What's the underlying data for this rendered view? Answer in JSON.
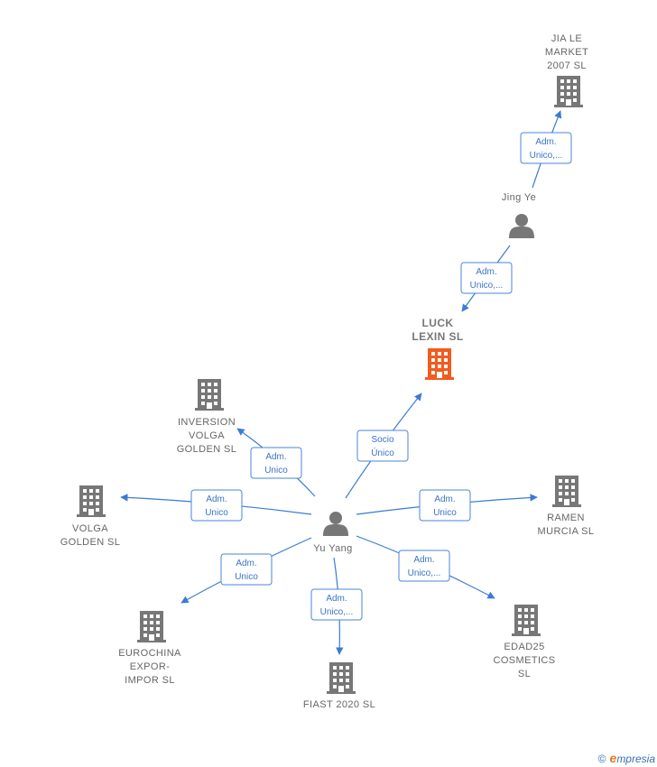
{
  "colors": {
    "edge": "#3a7bd5",
    "node": "#777777",
    "highlight": "#f25c1e",
    "label_text": "#3a74c8",
    "label_border": "#4a86d8"
  },
  "nodes": [
    {
      "id": "jia_le",
      "type": "company",
      "label_lines": [
        "JIA LE",
        "MARKET",
        "2007  SL"
      ]
    },
    {
      "id": "jing_ye",
      "type": "person",
      "label_lines": [
        "Jing Ye"
      ]
    },
    {
      "id": "luck_lexin",
      "type": "company",
      "highlight": true,
      "label_lines": [
        "LUCK",
        "LEXIN  SL"
      ]
    },
    {
      "id": "inversion",
      "type": "company",
      "label_lines": [
        "INVERSION",
        "VOLGA",
        "GOLDEN  SL"
      ]
    },
    {
      "id": "volga",
      "type": "company",
      "label_lines": [
        "VOLGA",
        "GOLDEN  SL"
      ]
    },
    {
      "id": "ramen",
      "type": "company",
      "label_lines": [
        "RAMEN",
        "MURCIA  SL"
      ]
    },
    {
      "id": "yu_yang",
      "type": "person",
      "label_lines": [
        "Yu Yang"
      ]
    },
    {
      "id": "eurochina",
      "type": "company",
      "label_lines": [
        "EUROCHINA",
        "EXPOR-",
        "IMPOR  SL"
      ]
    },
    {
      "id": "fiast",
      "type": "company",
      "label_lines": [
        "FIAST 2020  SL"
      ]
    },
    {
      "id": "edad25",
      "type": "company",
      "label_lines": [
        "EDAD25",
        "COSMETICS",
        "SL"
      ]
    }
  ],
  "edges": [
    {
      "from": "jing_ye",
      "to": "jia_le",
      "label_lines": [
        "Adm.",
        "Unico,..."
      ]
    },
    {
      "from": "jing_ye",
      "to": "luck_lexin",
      "label_lines": [
        "Adm.",
        "Unico,..."
      ]
    },
    {
      "from": "yu_yang",
      "to": "luck_lexin",
      "label_lines": [
        "Socio",
        "Único"
      ]
    },
    {
      "from": "yu_yang",
      "to": "inversion",
      "label_lines": [
        "Adm.",
        "Unico"
      ]
    },
    {
      "from": "yu_yang",
      "to": "volga",
      "label_lines": [
        "Adm.",
        "Unico"
      ]
    },
    {
      "from": "yu_yang",
      "to": "ramen",
      "label_lines": [
        "Adm.",
        "Unico"
      ]
    },
    {
      "from": "yu_yang",
      "to": "eurochina",
      "label_lines": [
        "Adm.",
        "Unico"
      ]
    },
    {
      "from": "yu_yang",
      "to": "fiast",
      "label_lines": [
        "Adm.",
        "Unico,..."
      ]
    },
    {
      "from": "yu_yang",
      "to": "edad25",
      "label_lines": [
        "Adm.",
        "Unico,..."
      ]
    }
  ],
  "watermark": {
    "symbol": "©",
    "brand_first": "e",
    "brand_rest": "mpresia"
  }
}
